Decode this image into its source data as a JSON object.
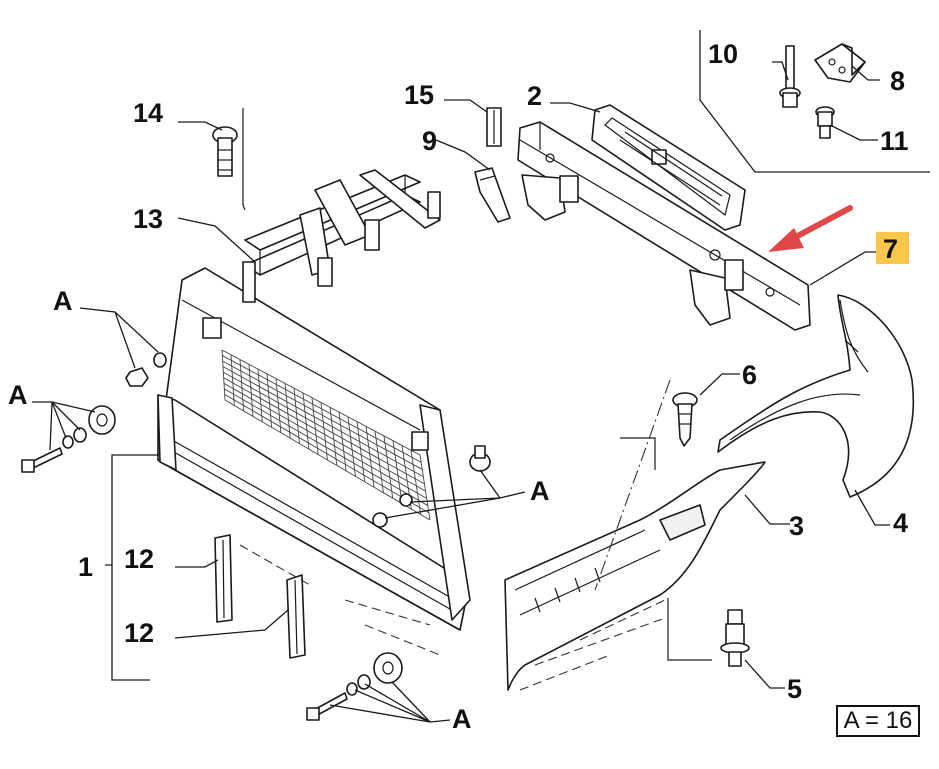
{
  "labels": {
    "p1": "1",
    "p2": "2",
    "p3": "3",
    "p4": "4",
    "p5": "5",
    "p6": "6",
    "p7": "7",
    "p8": "8",
    "p9": "9",
    "p10": "10",
    "p11": "11",
    "p12a": "12",
    "p12b": "12",
    "p13": "13",
    "p14": "14",
    "p15": "15",
    "a1": "A",
    "a2": "A",
    "a3": "A",
    "a4": "A"
  },
  "legend": {
    "quantity": "A = 16"
  },
  "colors": {
    "highlight": "#f7c64a",
    "arrow": "#e04848",
    "line": "#1a1a1a"
  }
}
